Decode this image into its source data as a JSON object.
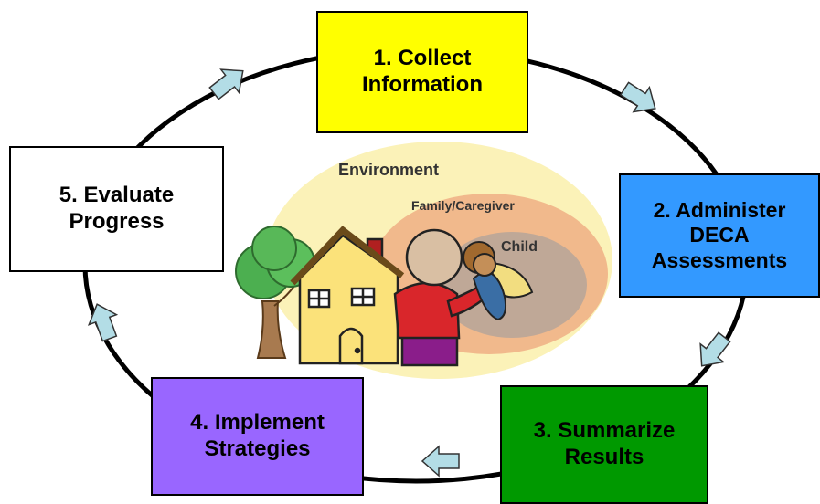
{
  "colors": {
    "step1": "#ffff00",
    "step2": "#3399ff",
    "step3": "#009900",
    "step4": "#9966ff",
    "step5": "#ffffff",
    "arrow": "#b3dde6",
    "ring": "#000000",
    "environment": "#fbf2b8",
    "family": "#f1b98c",
    "child": "#bfa897"
  },
  "steps": [
    {
      "label": "1. Collect\nInformation"
    },
    {
      "label": "2. Administer\nDECA\nAssessments"
    },
    {
      "label": "3. Summarize\nResults"
    },
    {
      "label": "4. Implement\nStrategies"
    },
    {
      "label": "5. Evaluate\nProgress"
    }
  ],
  "center": {
    "environment": "Environment",
    "family": "Family/Caregiver",
    "child": "Child"
  },
  "icons": [
    "cycle-arrow-icon",
    "tree-icon",
    "house-icon",
    "caregiver-icon",
    "child-icon"
  ]
}
